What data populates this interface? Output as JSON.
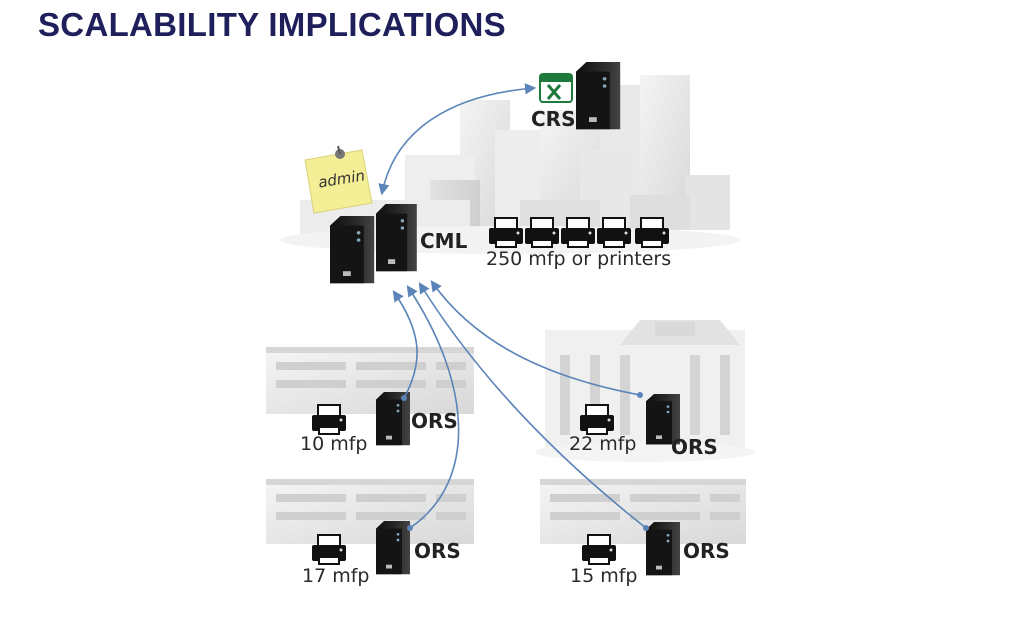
{
  "title": "SCALABILITY IMPLICATIONS",
  "central": {
    "note_label": "admin",
    "crs_label": "CRS",
    "cml_label": "CML",
    "device_count_label": "250 mfp or printers"
  },
  "sites": [
    {
      "server_label": "ORS",
      "device_count_label": "10 mfp"
    },
    {
      "server_label": "ORS",
      "device_count_label": "22 mfp"
    },
    {
      "server_label": "ORS",
      "device_count_label": "17 mfp"
    },
    {
      "server_label": "ORS",
      "device_count_label": "15 mfp"
    }
  ],
  "icons": [
    "excel-icon",
    "server-icon",
    "printer-icon",
    "sticky-note-icon",
    "building-icon"
  ],
  "colors": {
    "title": "#1e1f5b",
    "arrow": "#5b84b8",
    "server": "#1a1a1a",
    "buildings": "#e6e6e6",
    "note": "#f4ee96",
    "excel_green": "#1e7a3c"
  }
}
